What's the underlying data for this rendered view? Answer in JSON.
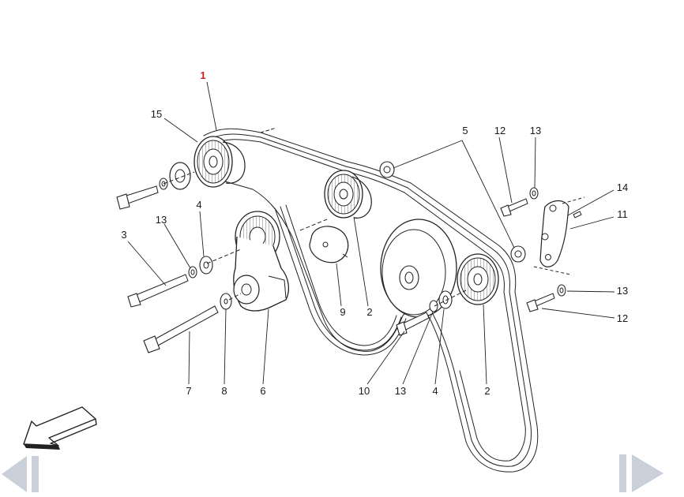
{
  "diagram": {
    "labels": [
      {
        "id": "l1",
        "text": "1",
        "highlighted": true
      },
      {
        "id": "l15",
        "text": "15"
      },
      {
        "id": "l5",
        "text": "5"
      },
      {
        "id": "l12a",
        "text": "12"
      },
      {
        "id": "l13a",
        "text": "13"
      },
      {
        "id": "l14",
        "text": "14"
      },
      {
        "id": "l11",
        "text": "11"
      },
      {
        "id": "l4a",
        "text": "4"
      },
      {
        "id": "l13b",
        "text": "13"
      },
      {
        "id": "l3",
        "text": "3"
      },
      {
        "id": "l9",
        "text": "9"
      },
      {
        "id": "l2a",
        "text": "2"
      },
      {
        "id": "l13c",
        "text": "13"
      },
      {
        "id": "l12b",
        "text": "12"
      },
      {
        "id": "l7",
        "text": "7"
      },
      {
        "id": "l8",
        "text": "8"
      },
      {
        "id": "l6",
        "text": "6"
      },
      {
        "id": "l10",
        "text": "10"
      },
      {
        "id": "l13d",
        "text": "13"
      },
      {
        "id": "l4b",
        "text": "4"
      },
      {
        "id": "l2b",
        "text": "2"
      }
    ],
    "highlight_color": "#cc1f1f",
    "line_color": "#222222"
  },
  "navigation": {
    "prev_icon": "prev-triangle-icon",
    "next_icon": "next-triangle-icon",
    "orientation_icon": "direction-arrow-icon",
    "button_color": "#c9d0da"
  }
}
